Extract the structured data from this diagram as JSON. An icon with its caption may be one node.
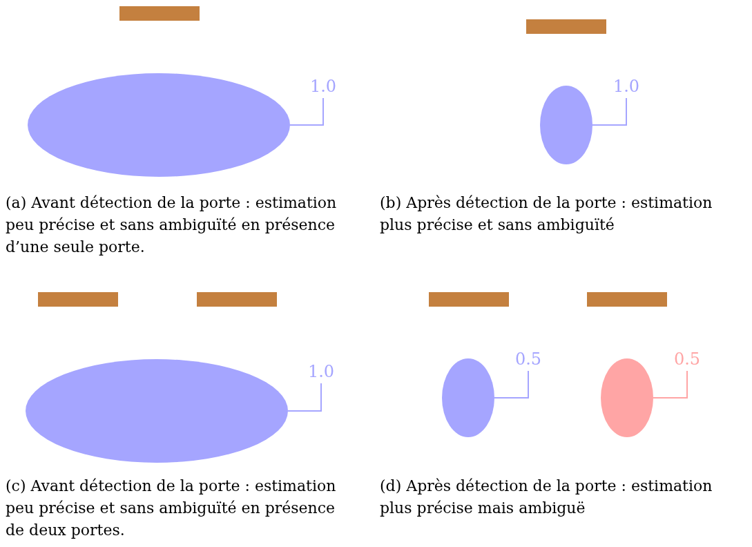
{
  "diagram": {
    "nodes": [
      {
        "text": [],
        "shape": "bar"
      },
      {
        "text": [
          "1.0"
        ]
      },
      {
        "text": [],
        "shape": "ellipse"
      },
      {
        "text": [],
        "shape": "bar"
      },
      {
        "text": [
          "1.0"
        ]
      },
      {
        "text": [],
        "shape": "ellipse"
      },
      {
        "text": [],
        "shape": "bar"
      },
      {
        "text": [],
        "shape": "bar"
      },
      {
        "text": [
          "1.0"
        ]
      },
      {
        "text": [],
        "shape": "ellipse"
      },
      {
        "text": [],
        "shape": "bar"
      },
      {
        "text": [],
        "shape": "bar"
      },
      {
        "text": [
          "0.5"
        ]
      },
      {
        "text": [],
        "shape": "ellipse"
      },
      {
        "text": [
          "0.5"
        ]
      },
      {
        "text": [],
        "shape": "ellipse"
      }
    ],
    "edges": [
      {
        "from": 1,
        "to": 2,
        "arrow": "none"
      },
      {
        "from": 4,
        "to": 5,
        "arrow": "none"
      },
      {
        "from": 8,
        "to": 9,
        "arrow": "none"
      },
      {
        "from": 12,
        "to": 13,
        "arrow": "none"
      },
      {
        "from": 14,
        "to": 15,
        "arrow": "none",
        "color": "#ffa5a5"
      }
    ],
    "labels": [
      "(a) Avant détection de la porte : estimation peu précise et sans ambiguïté en présence d’une seule porte.",
      "(b) Après détection de la porte : estimation plus précise et sans ambiguïté",
      "(c) Avant détection de la porte : estimation peu précise et sans ambiguïté en présence de deux portes.",
      "(d) Après détection de la porte : estimation plus précise mais ambiguë"
    ]
  }
}
